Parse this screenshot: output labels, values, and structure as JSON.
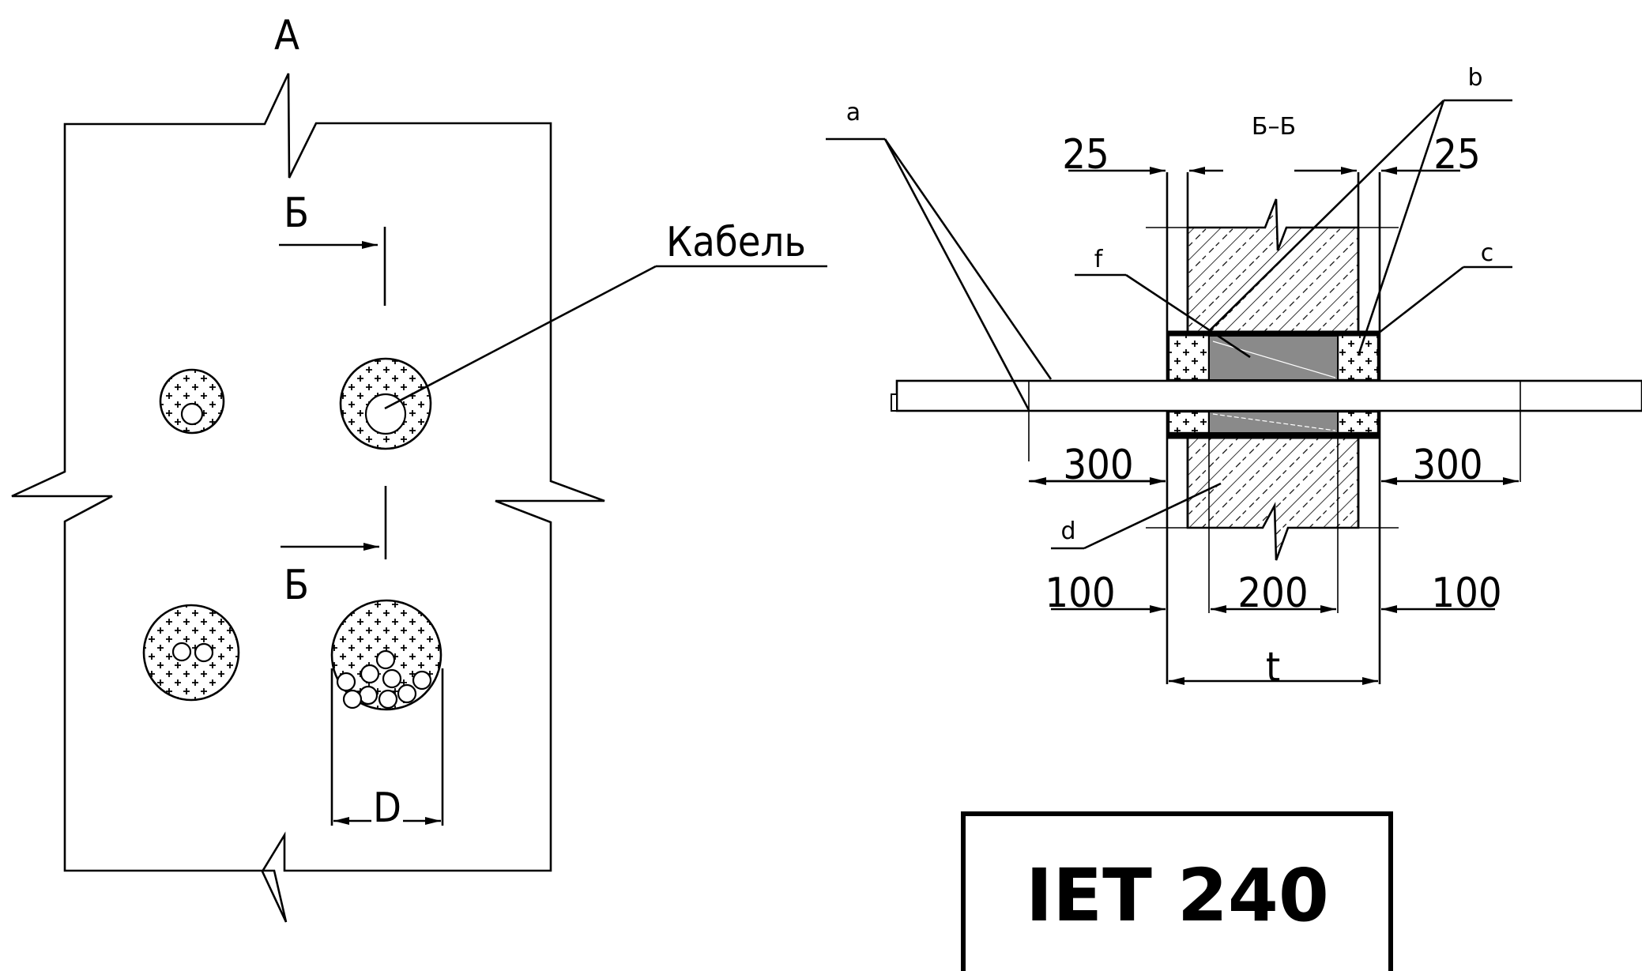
{
  "left_view": {
    "view_label": "А",
    "section_mark_top": "Б",
    "section_mark_bottom": "Б",
    "cable_label": "Кабель",
    "diameter_label": "D"
  },
  "section_view": {
    "title": "Б–Б",
    "callouts": {
      "a": "a",
      "b": "b",
      "c": "c",
      "d": "d",
      "f": "f"
    },
    "dims": {
      "top_left": "25",
      "top_right": "25",
      "mid_left": "300",
      "mid_right": "300",
      "bottom_left": "100",
      "bottom_center": "200",
      "bottom_right": "100",
      "thickness": "t"
    }
  },
  "product_box": {
    "label": "IET 240"
  },
  "colors": {
    "line": "#000000",
    "sealant": "#8a8a8a",
    "background": "#ffffff"
  }
}
